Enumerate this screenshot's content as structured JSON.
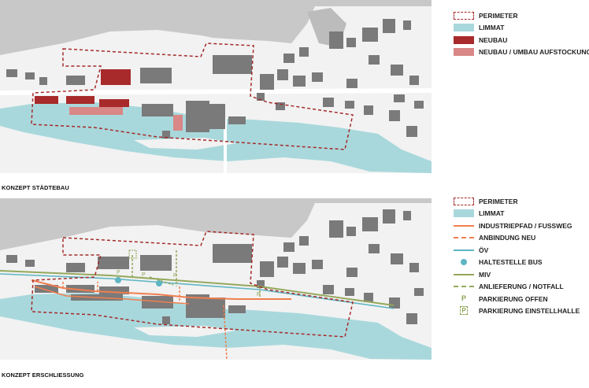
{
  "legend1": {
    "items": [
      {
        "label": "PERIMETER"
      },
      {
        "label": "LIMMAT"
      },
      {
        "label": "NEUBAU"
      },
      {
        "label": "NEUBAU / UMBAU AUFSTOCKUNG"
      }
    ]
  },
  "legend2": {
    "items": [
      {
        "label": "PERIMETER"
      },
      {
        "label": "LIMMAT"
      },
      {
        "label": "INDUSTRIEPFAD / FUSSWEG"
      },
      {
        "label": "ANBINDUNG NEU"
      },
      {
        "label": "ÖV"
      },
      {
        "label": "HALTESTELLE BUS"
      },
      {
        "label": "MIV"
      },
      {
        "label": "ANLIEFERUNG / NOTFALL"
      },
      {
        "label": "PARKIERUNG OFFEN"
      },
      {
        "label": "PARKIERUNG EINSTELLHALLE"
      }
    ],
    "parking_open_symbol": "P",
    "parking_garage_symbol": "P"
  },
  "captions": {
    "map1": "KONZEPT STÄDTEBAU",
    "map2": "KONZEPT ERSCHLIESSUNG"
  },
  "map2": {
    "parking_label": "P"
  },
  "colors": {
    "perimeter": "#a52a2a",
    "limmat": "#a9d8dc",
    "neubau": "#a82a2a",
    "umbau": "#d98787",
    "fussweg": "#f07e4f",
    "ov": "#5fb5c2",
    "miv": "#94a85c",
    "building": "#7a7a7a",
    "forest": "#c8c8c8"
  }
}
